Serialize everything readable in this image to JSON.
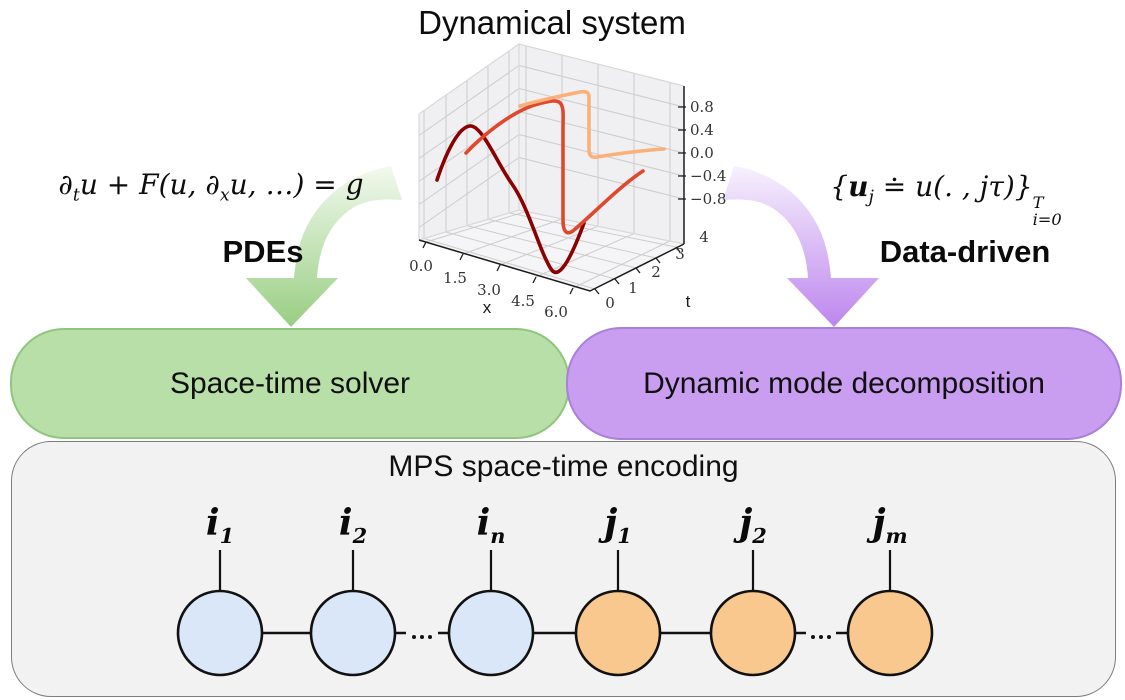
{
  "title": "Dynamical system",
  "pde_branch": {
    "equation": {
      "partial1": "∂",
      "sub1": "t",
      "mid": "u + F(u, ∂",
      "sub2": "x",
      "end": "u, …) = g"
    },
    "label": "PDEs",
    "box": "Space-time solver"
  },
  "data_branch": {
    "equation": {
      "open": "{",
      "u": "u",
      "sub_u": "j",
      "doteq": " ≐ ",
      "mid": "u(. , jτ)}",
      "sup": "T",
      "sub": "i=0"
    },
    "label": "Data-driven",
    "box": "Dynamic mode decomposition"
  },
  "mps": {
    "title": "MPS space-time encoding",
    "dots": "⋯",
    "nodes": [
      {
        "base": "i",
        "sub": "1",
        "color": "#d9e7f8"
      },
      {
        "base": "i",
        "sub": "2",
        "color": "#d9e7f8"
      },
      {
        "base": "i",
        "sub": "n",
        "color": "#d9e7f8"
      },
      {
        "base": "j",
        "sub": "1",
        "color": "#f9c88f"
      },
      {
        "base": "j",
        "sub": "2",
        "color": "#f9c88f"
      },
      {
        "base": "j",
        "sub": "m",
        "color": "#f9c88f"
      }
    ]
  },
  "plot3d": {
    "x_label": "x",
    "t_label": "t",
    "x_ticks": [
      "0.0",
      "1.5",
      "3.0",
      "4.5",
      "6.0"
    ],
    "t_ticks": [
      "0",
      "1",
      "2",
      "3",
      "4"
    ],
    "z_ticks": [
      "0.8",
      "0.4",
      "0.0",
      "−0.4",
      "−0.8"
    ],
    "curve_colors": [
      "#8b0000",
      "#e0482e",
      "#fbb077"
    ]
  },
  "colors": {
    "solver_fill": "#b7dfa7",
    "solver_border": "#8fc57d",
    "dmd_fill": "#c99ef1",
    "dmd_border": "#aa80d8",
    "panel_fill": "#f2f2f2",
    "panel_border": "#7d7d7d",
    "node_blue": "#d9e7f8",
    "node_orange": "#f9c88f",
    "arrow_green": "#98ce82",
    "arrow_purple": "#bd86ee"
  }
}
